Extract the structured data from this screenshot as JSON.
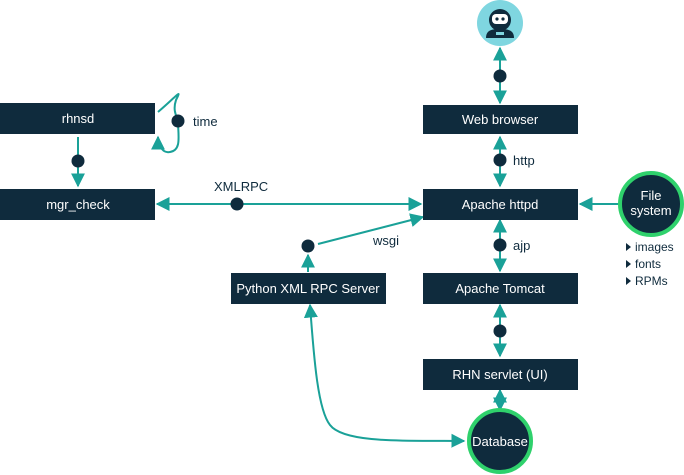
{
  "colors": {
    "node_fill": "#0f2b3d",
    "arrow": "#1aa198",
    "ring": "#2fd16c",
    "user_fill": "#7fd6e0",
    "text_dark": "#0f2b3d",
    "text_light": "#ffffff"
  },
  "nodes": {
    "rhnsd": "rhnsd",
    "mgr_check": "mgr_check",
    "web_browser": "Web browser",
    "apache_httpd": "Apache httpd",
    "python_xmlrpc": "Python XML RPC Server",
    "apache_tomcat": "Apache Tomcat",
    "rhn_servlet": "RHN servlet (UI)",
    "database": "Database",
    "file_system_line1": "File",
    "file_system_line2": "system"
  },
  "labels": {
    "time": "time",
    "xmlrpc": "XMLRPC",
    "http": "http",
    "wsgi": "wsgi",
    "ajp": "ajp"
  },
  "file_system_items": [
    "images",
    "fonts",
    "RPMs"
  ],
  "icons": {
    "user": "astronaut-user-icon",
    "bullet": "triangle-bullet-icon"
  }
}
